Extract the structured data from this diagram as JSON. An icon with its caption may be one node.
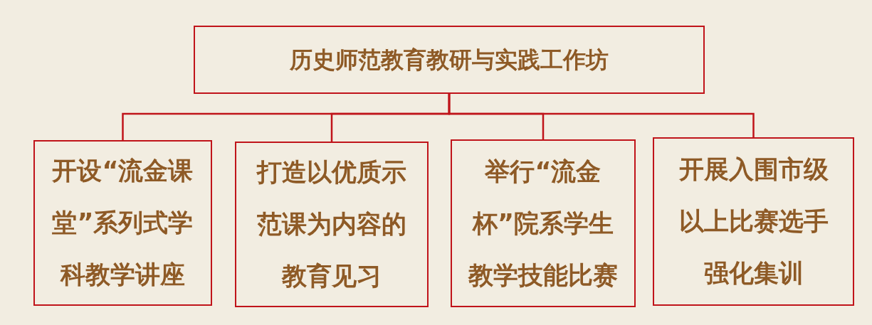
{
  "diagram": {
    "nodes": [
      {
        "text": [
          "历史师范教育教研与实践工作坊"
        ]
      },
      {
        "text": [
          "开设“流金课堂”系列式学科教学讲座"
        ]
      },
      {
        "text": [
          "打造以优质示范课为内容的教育见习"
        ]
      },
      {
        "text": [
          "举行“流金杯”院系学生教学技能比赛"
        ]
      },
      {
        "text": [
          "开展入围市级以上比赛选手强化集训"
        ]
      }
    ],
    "edges": [
      {
        "from": 0,
        "to": 1,
        "arrow": "none"
      },
      {
        "from": 0,
        "to": 2,
        "arrow": "none"
      },
      {
        "from": 0,
        "to": 3,
        "arrow": "none"
      },
      {
        "from": 0,
        "to": 4,
        "arrow": "none"
      }
    ]
  }
}
